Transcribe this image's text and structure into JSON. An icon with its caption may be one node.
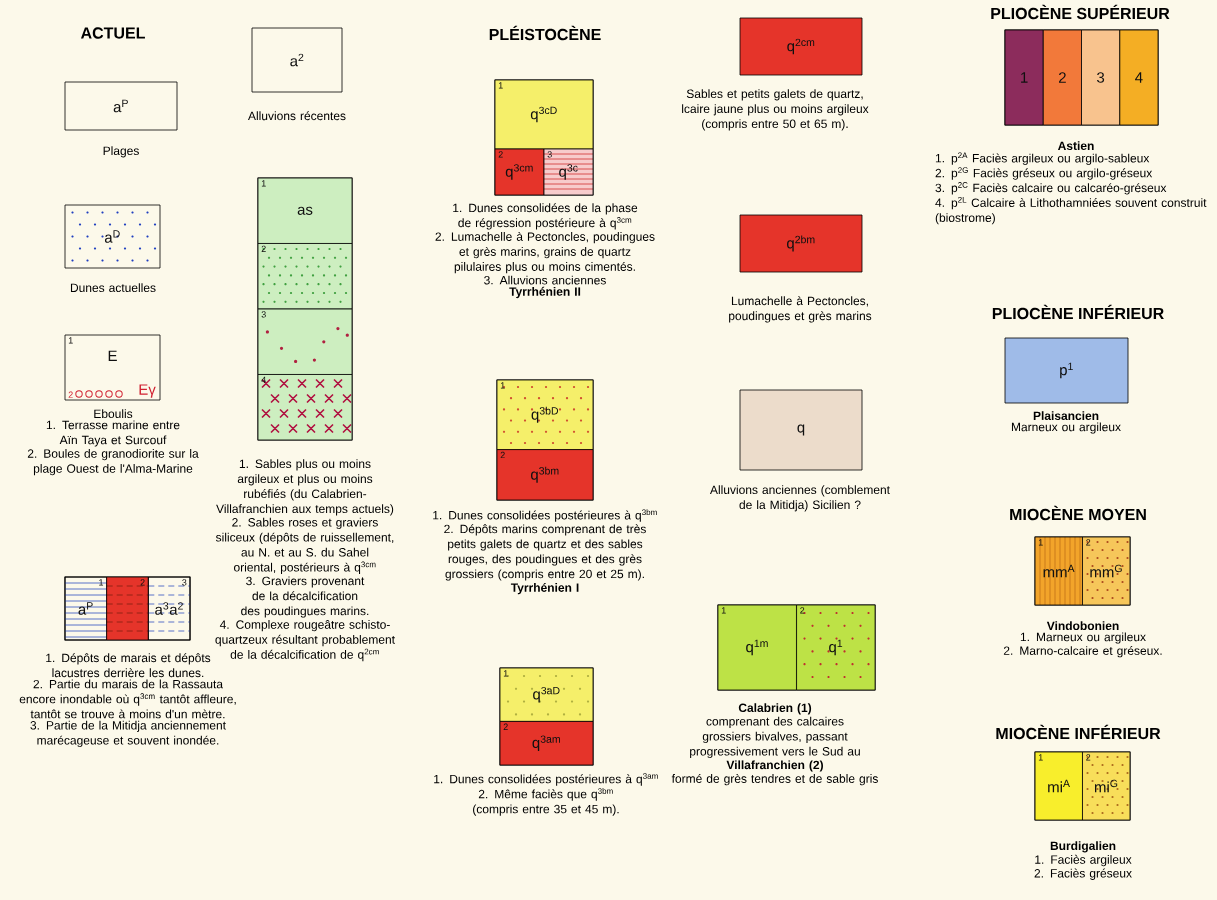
{
  "diagram": {
    "nodes": [
      {
        "text": [
          "a$^{P}$"
        ],
        "beside": [
          "Plages"
        ]
      },
      {
        "text": [
          "a$^{D}$"
        ],
        "beside": [
          "Dunes actuelles"
        ]
      },
      {
        "text": [
          "1",
          "E",
          "2",
          "Eγ"
        ],
        "beside": [
          "Eboulis",
          "1. Terrasse marine entre Aïn Taya et Surcouf",
          "2. Boules de granodiorite sur la plage Ouest de l'Alma-Marine"
        ]
      },
      {
        "text": [],
        "shape": "box",
        "beside": [
          "1. Dépôts de marais et dépôts lacustres derrière les dunes.",
          "2. Partie du marais de la Rassauta encore inondable où q$^{3cm}$ tantôt affleure, tantôt se trouve à moins d'un mètre.",
          "3. Partie de la Mitidja anciennement marécageuse et souvent inondée."
        ]
      },
      {
        "text": [
          "1",
          "a$^{P}$"
        ],
        "in": 3
      },
      {
        "text": [
          "2"
        ],
        "in": 3
      },
      {
        "text": [
          "3",
          "a$^{3}$a$^{2}$"
        ],
        "in": 3
      },
      {
        "text": [
          "a$^{2}$"
        ],
        "beside": [
          "Alluvions récentes"
        ]
      },
      {
        "text": [],
        "shape": "box",
        "beside": [
          "1. Sables plus ou moins argileux et plus ou moins rubéfiés (du Calabrien-Villafranchien aux temps actuels)",
          "2. Sables roses et graviers siliceux (dépôts de ruissellement, au N. et au S. du Sahel oriental, postérieurs à q$^{3cm}$",
          "3. Graviers provenant de la décalcification des poudingues marins.",
          "4. Complexe rougeâtre schisto-quartzeux résultant probablement de la décalcification de q$^{2cm}$"
        ]
      },
      {
        "text": [
          "1",
          "as"
        ],
        "in": 8
      },
      {
        "text": [
          "2"
        ],
        "in": 8
      },
      {
        "text": [
          "3"
        ],
        "in": 8
      },
      {
        "text": [
          "4"
        ],
        "in": 8
      },
      {
        "text": [],
        "shape": "box",
        "beside": [
          "1. Dunes consolidées de la phase de régression postérieure à q$^{3cm}$",
          "2. Lumachelle à Pectoncles, poudingues et grès marins, grains de quartz pilulaires plus ou moins cimentés.",
          "3. Alluvions anciennes",
          "Tyrrhénien II"
        ]
      },
      {
        "text": [
          "1",
          "q$^{3cD}$"
        ],
        "in": 13
      },
      {
        "text": [
          "2",
          "q$^{3cm}$"
        ],
        "in": 13
      },
      {
        "text": [
          "3",
          "q$^{3c}$"
        ],
        "in": 13
      },
      {
        "text": [],
        "shape": "box",
        "beside": [
          "1. Dunes consolidées postérieures à q$^{3bm}$",
          "2. Dépôts marins comprenant de très petits galets de quartz et des sables rouges, des poudingues et des grès grossiers (compris entre 20 et 25 m).",
          "Tyrrhénien I"
        ]
      },
      {
        "text": [
          "1",
          "q$^{3bD}$"
        ],
        "in": 17
      },
      {
        "text": [
          "2",
          "q$^{3bm}$"
        ],
        "in": 17
      },
      {
        "text": [],
        "shape": "box",
        "beside": [
          "1. Dunes consolidées postérieures à q$^{3am}$",
          "2. Même faciès que q$^{3bm}$ (compris entre 35 et 45 m)."
        ]
      },
      {
        "text": [
          "1",
          "q$^{3aD}$"
        ],
        "in": 20
      },
      {
        "text": [
          "2",
          "q$^{3am}$"
        ],
        "in": 20
      },
      {
        "text": [
          "q$^{2cm}$"
        ],
        "beside": [
          "Sables et petits galets de quartz, lcaire jaune plus ou moins argileux (compris entre 50 et 65 m)."
        ]
      },
      {
        "text": [
          "q$^{2bm}$"
        ],
        "beside": [
          "Lumachelle à Pectoncles, poudingues et grès marins"
        ]
      },
      {
        "text": [
          "q"
        ],
        "beside": [
          "Alluvions anciennes (comblement de la Mitidja) Sicilien ?"
        ]
      },
      {
        "text": [],
        "shape": "box",
        "beside": [
          "Calabrien (1)",
          "comprenant des calcaires grossiers bivalves, passant progressivement vers le Sud au",
          "Villafranchien (2)",
          "formé de grès tendres et de sable gris"
        ]
      },
      {
        "text": [
          "1",
          "q$^{1m}$"
        ],
        "in": 26
      },
      {
        "text": [
          "2",
          "q$^{1}$"
        ],
        "in": 26
      },
      {
        "text": [],
        "shape": "box",
        "beside": [
          "Astien",
          "1. p$^{2A}$ Faciès argileux ou argilo-sableux",
          "2. p$^{2G}$ Faciès gréseux ou argilo-gréseux",
          "3. p$^{2C}$ Faciès calcaire ou calcaréo-gréseux",
          "4. p$^{2L}$ Calcaire à Lithothamniées souvent construit (biostrome)"
        ]
      },
      {
        "text": [
          "1"
        ],
        "in": 29
      },
      {
        "text": [
          "2"
        ],
        "in": 29
      },
      {
        "text": [
          "3"
        ],
        "in": 29
      },
      {
        "text": [
          "4"
        ],
        "in": 29
      },
      {
        "text": [
          "p$^{1}$"
        ],
        "beside": [
          "Plaisancien",
          "Marneux ou argileux"
        ]
      },
      {
        "text": [],
        "shape": "box",
        "beside": [
          "Vindobonien",
          "1. Marneux ou argileux",
          "2. Marno-calcaire et gréseux."
        ]
      },
      {
        "text": [
          "1",
          "mm$^{A}$"
        ],
        "in": 35
      },
      {
        "text": [
          "2",
          "mm$^{G}$"
        ],
        "in": 35
      },
      {
        "text": [],
        "shape": "box",
        "beside": [
          "Burdigalien",
          "1. Faciès argileux",
          "2. Faciès gréseux"
        ]
      },
      {
        "text": [
          "1",
          "mi$^{A}$"
        ],
        "in": 38
      },
      {
        "text": [
          "2",
          "mi$^{G}$"
        ],
        "in": 38
      }
    ],
    "labels": [
      "ACTUEL",
      "PLÉISTOCÈNE",
      "PLIOCÈNE SUPÉRIEUR",
      "PLIOCÈNE INFÉRIEUR",
      "MIOCÈNE MOYEN",
      "MIOCÈNE INFÉRIEUR"
    ]
  }
}
